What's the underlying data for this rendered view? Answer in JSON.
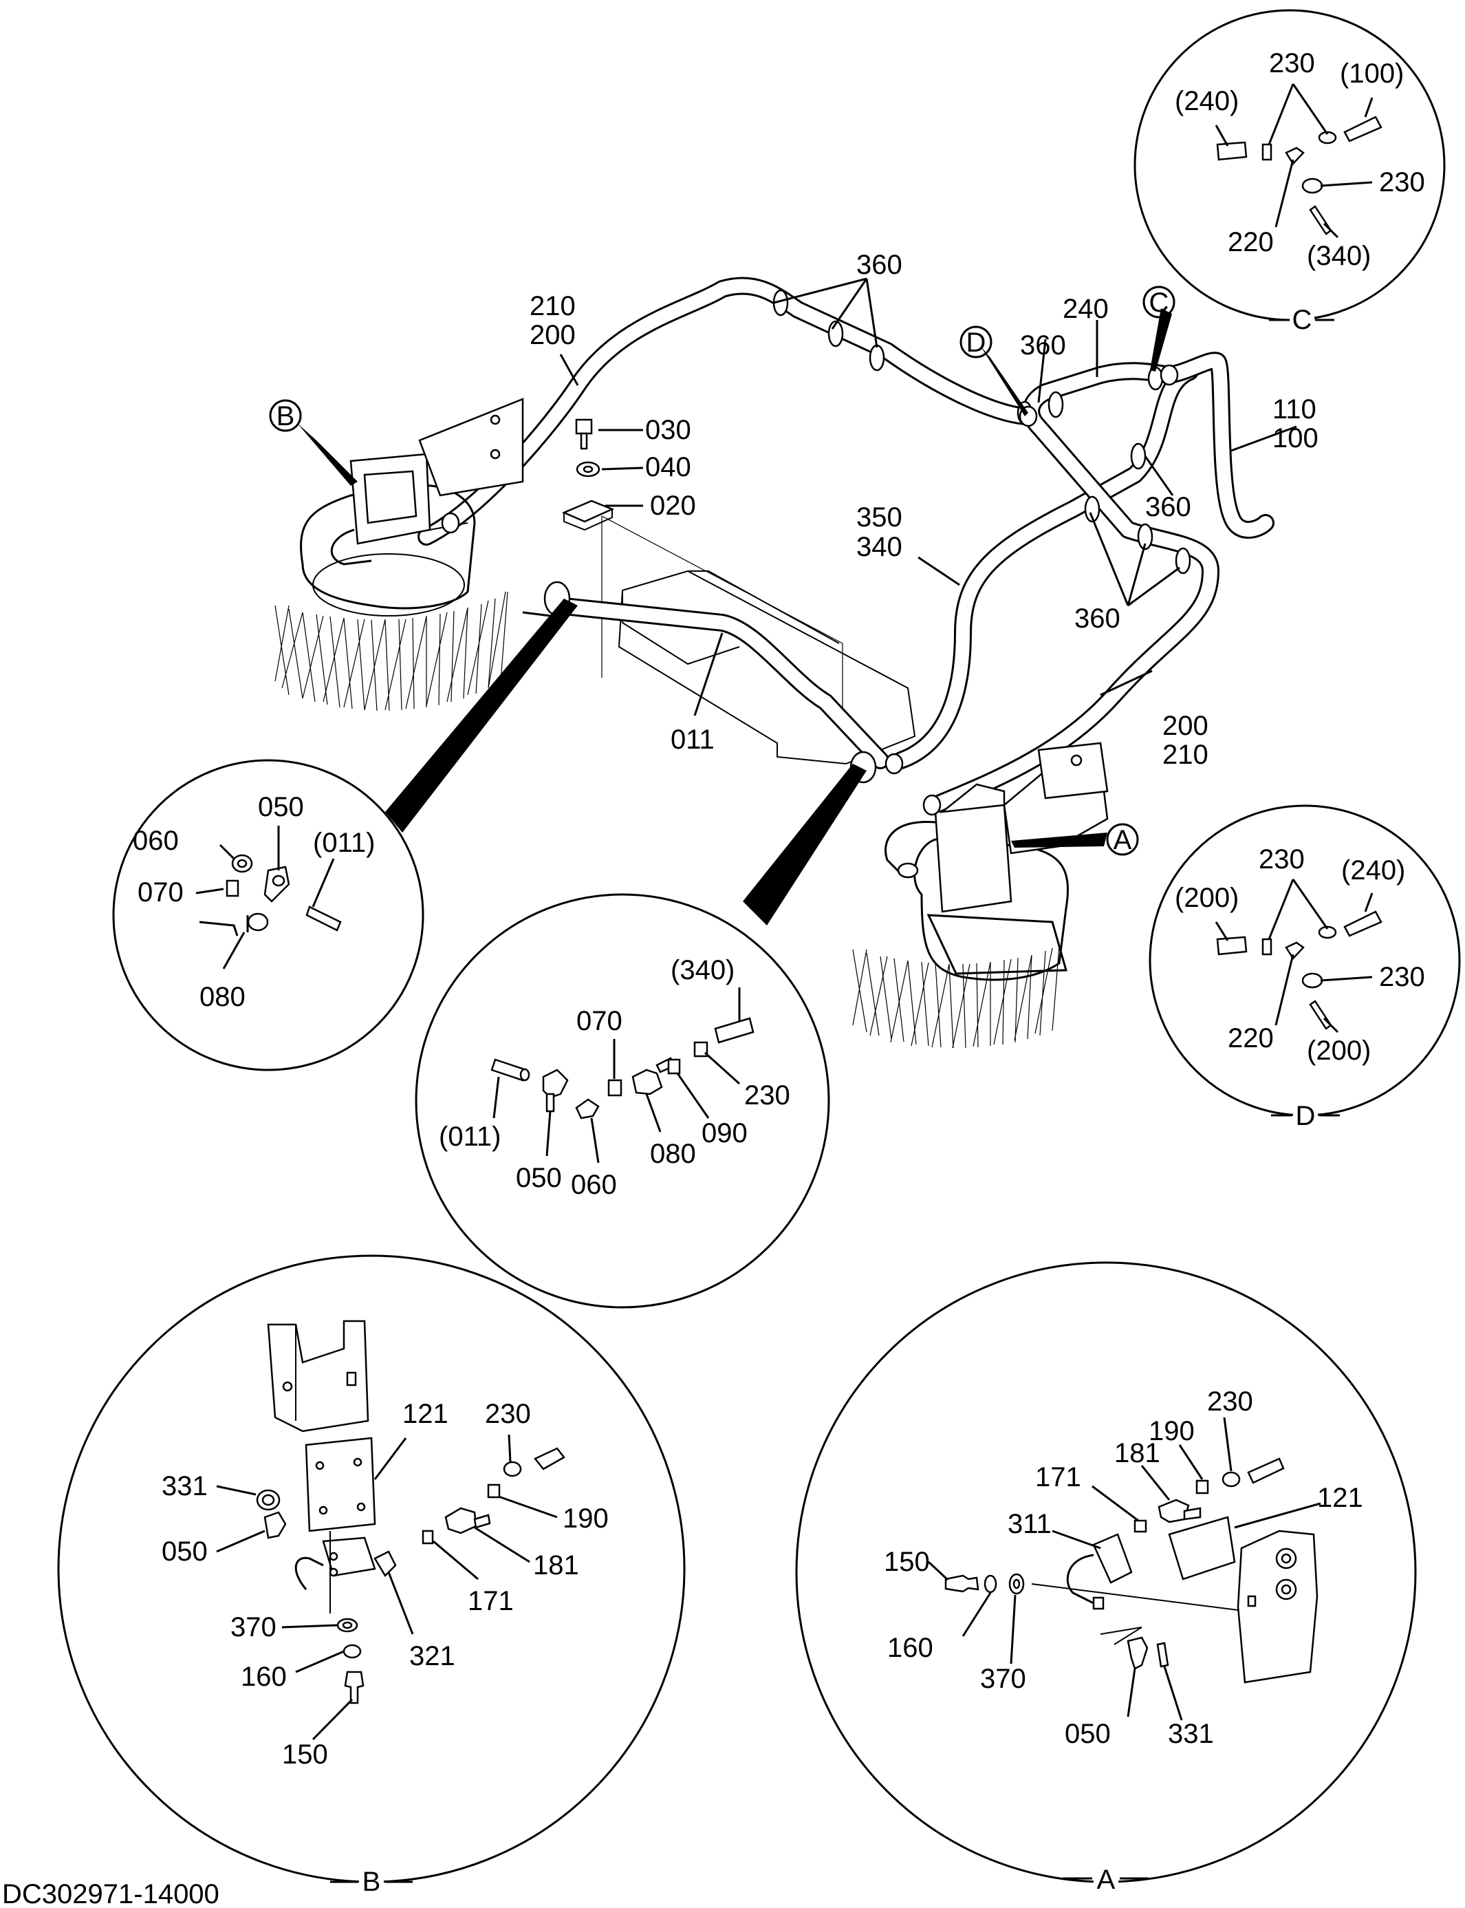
{
  "document_code": "DC302971-14000",
  "main_view": {
    "callouts": {
      "B": "B",
      "A": "A",
      "C": "C",
      "D": "D"
    },
    "labels": {
      "l210_200_a": "210",
      "l210_200_b": "200",
      "l360_top": "360",
      "l240": "240",
      "l360_d": "360",
      "l110": "110",
      "l100": "100",
      "l030": "030",
      "l040": "040",
      "l020": "020",
      "l350": "350",
      "l340": "340",
      "l360_mid": "360",
      "l360_low": "360",
      "l011": "011",
      "l200_b": "200",
      "l210_b": "210"
    }
  },
  "detail_C": {
    "letter": "C",
    "labels": [
      "230",
      "(100)",
      "(240)",
      "230",
      "220",
      "(340)"
    ]
  },
  "detail_D": {
    "letter": "D",
    "labels": [
      "230",
      "(240)",
      "(200)",
      "230",
      "220",
      "(200)"
    ]
  },
  "detail_left_small": {
    "labels": [
      "050",
      "060",
      "(011)",
      "070",
      "080"
    ]
  },
  "detail_center": {
    "labels": [
      "(340)",
      "070",
      "230",
      "(011)",
      "090",
      "080",
      "050",
      "060"
    ]
  },
  "detail_B": {
    "letter": "B",
    "labels": [
      "121",
      "230",
      "331",
      "190",
      "050",
      "181",
      "171",
      "370",
      "321",
      "160",
      "150"
    ]
  },
  "detail_A": {
    "letter": "A",
    "labels": [
      "230",
      "190",
      "181",
      "171",
      "121",
      "311",
      "150",
      "160",
      "370",
      "050",
      "331"
    ]
  }
}
